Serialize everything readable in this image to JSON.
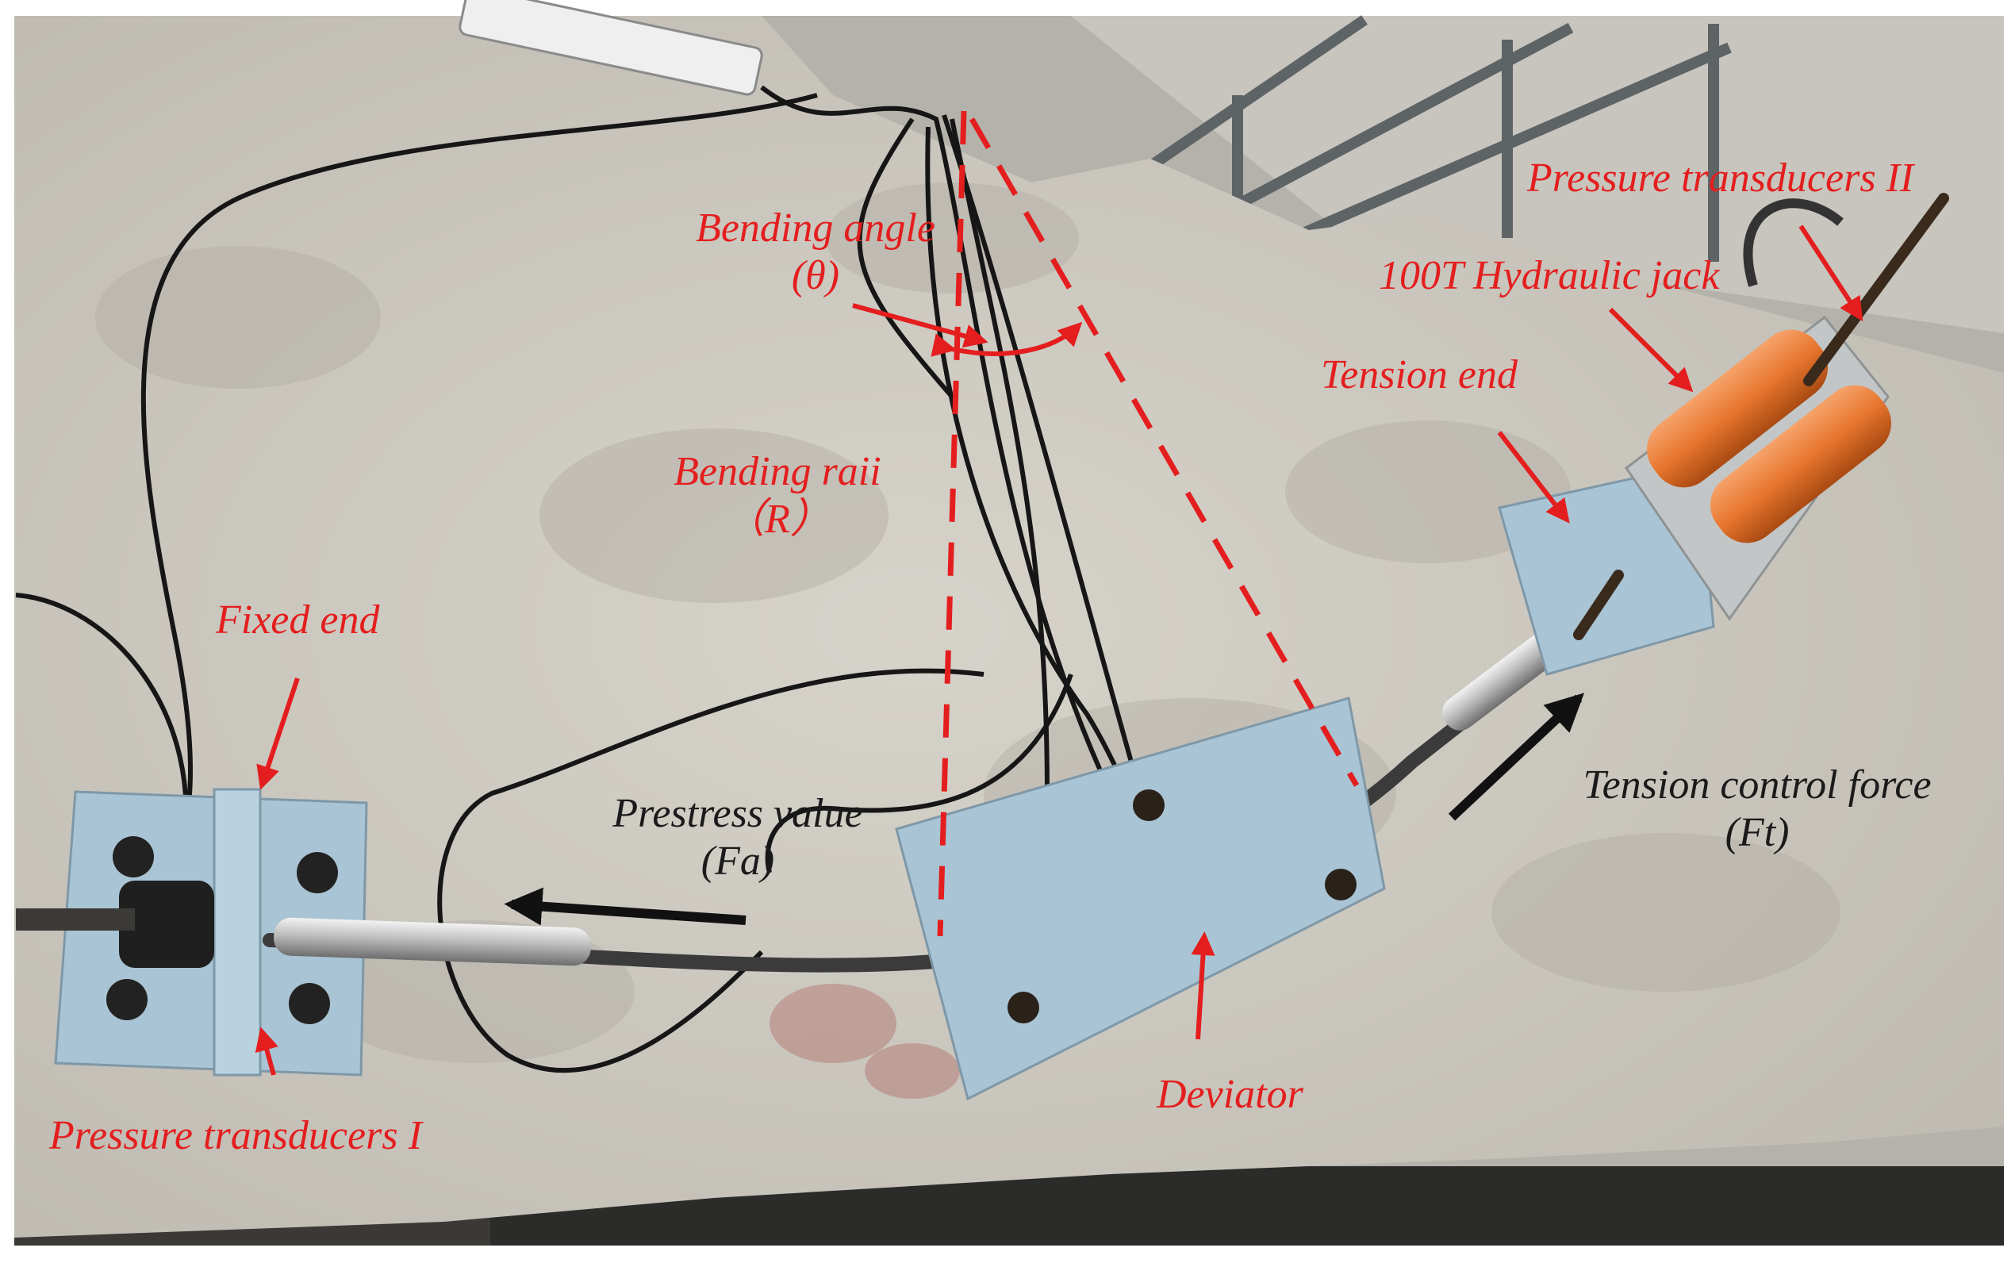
{
  "colors": {
    "annotation_red": "#e41e1e",
    "annotation_black": "#1a1a1a",
    "concrete": "#cfccc4",
    "steel_plate": "#a9c4d4",
    "jack_orange": "#e8762e",
    "background_white": "#ffffff"
  },
  "labels": {
    "fixed_end": "Fixed end",
    "pressure_transducers_1": "Pressure transducers  I",
    "prestress_value": "Prestress value",
    "prestress_symbol": "(Fa)",
    "bending_angle": "Bending angle",
    "bending_angle_symbol": "(θ)",
    "bending_radii": "Bending raii",
    "bending_radii_symbol": "（R）",
    "deviator": "Deviator",
    "tension_end": "Tension end",
    "hydraulic_jack": "100T Hydraulic jack",
    "pressure_transducers_2": "Pressure transducers  II",
    "tension_control_force": "Tension control force",
    "tension_control_symbol": "(Ft)"
  },
  "icons": {
    "arrow_red": "arrow-icon",
    "arrow_black": "arrow-icon"
  }
}
